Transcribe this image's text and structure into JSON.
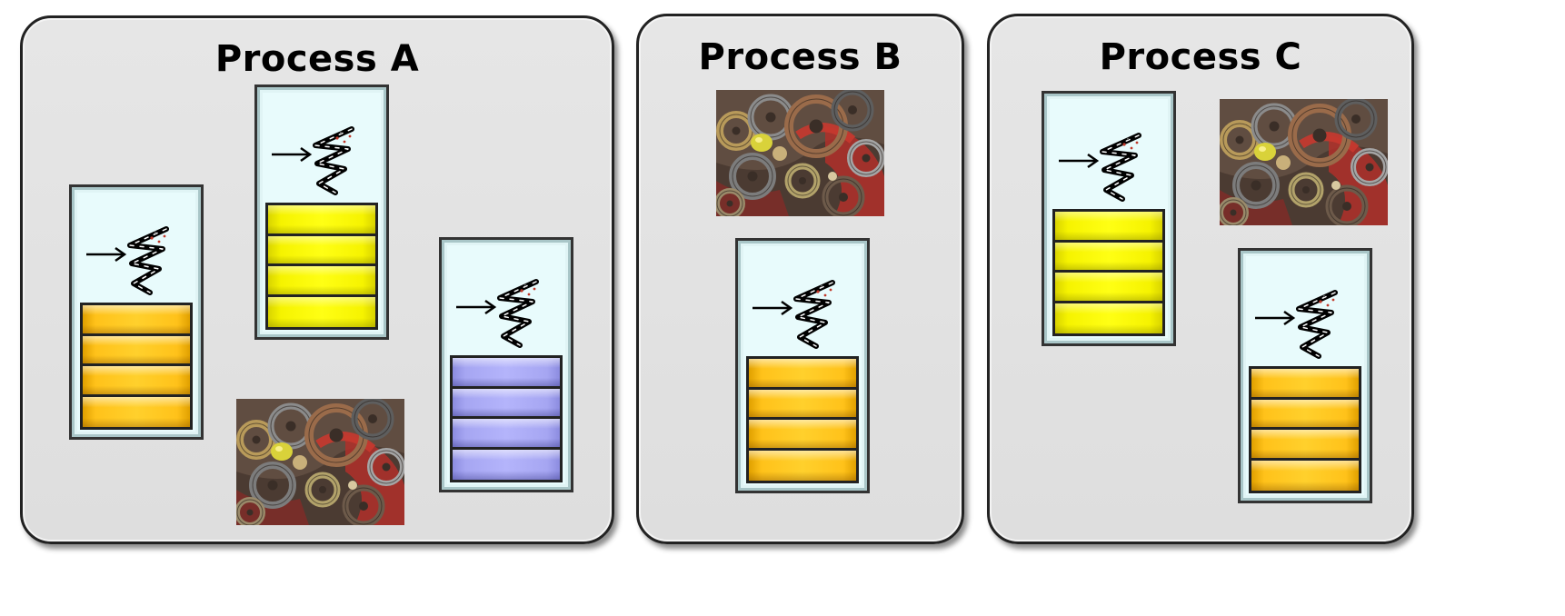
{
  "processes": [
    {
      "id": "a",
      "title": "Process A",
      "threads": [
        {
          "id": "a1",
          "stack_color": "orange",
          "frames": 4
        },
        {
          "id": "a2",
          "stack_color": "yellow",
          "frames": 4
        },
        {
          "id": "a3",
          "stack_color": "lavender",
          "frames": 4
        }
      ],
      "resources": 1
    },
    {
      "id": "b",
      "title": "Process B",
      "threads": [
        {
          "id": "b1",
          "stack_color": "orange",
          "frames": 4
        }
      ],
      "resources": 1
    },
    {
      "id": "c",
      "title": "Process C",
      "threads": [
        {
          "id": "c1",
          "stack_color": "yellow",
          "frames": 4
        },
        {
          "id": "c2",
          "stack_color": "orange",
          "frames": 4
        }
      ],
      "resources": 1
    }
  ],
  "icons": {
    "thread": "execution-squiggle-icon",
    "resources": "gears-and-wheels-image"
  },
  "colors": {
    "orange": "#ffc21a",
    "yellow": "#ffff14",
    "lavender": "#b4b4fb",
    "thread_bg": "#e8fbfc",
    "process_bg": "#e0e0e0"
  }
}
